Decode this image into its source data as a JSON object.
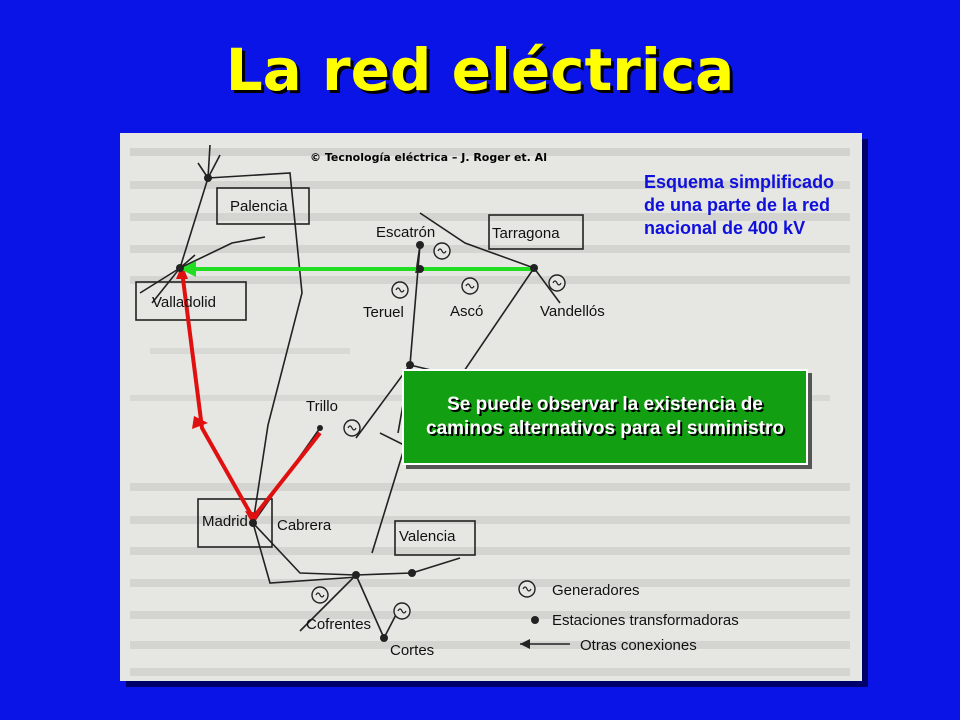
{
  "slide": {
    "title": "La red eléctrica",
    "credit": "© Tecnología eléctrica – J. Roger et. Al",
    "description": "Esquema simplificado de una parte de la red nacional de 400 kV",
    "callout": "Se puede observar la existencia de caminos alternativos para el suministro"
  },
  "diagram": {
    "cities": {
      "palencia": "Palencia",
      "valladolid": "Valladolid",
      "escatron": "Escatrón",
      "tarragona": "Tarragona",
      "teruel": "Teruel",
      "asco": "Ascó",
      "vandellos": "Vandellós",
      "trillo": "Trillo",
      "madrid": "Madrid",
      "cabrera": "Cabrera",
      "valencia": "Valencia",
      "cofrentes": "Cofrentes",
      "cortes": "Cortes"
    },
    "legend": {
      "generators": "Generadores",
      "stations": "Estaciones transformadoras",
      "connections": "Otras conexiones"
    }
  },
  "colors": {
    "background": "#0a14e6",
    "title": "#ffff00",
    "highlight_path": "#e01010",
    "highlight_arrow": "#22dd22",
    "callout": "#12a012",
    "description_text": "#1010dc"
  }
}
